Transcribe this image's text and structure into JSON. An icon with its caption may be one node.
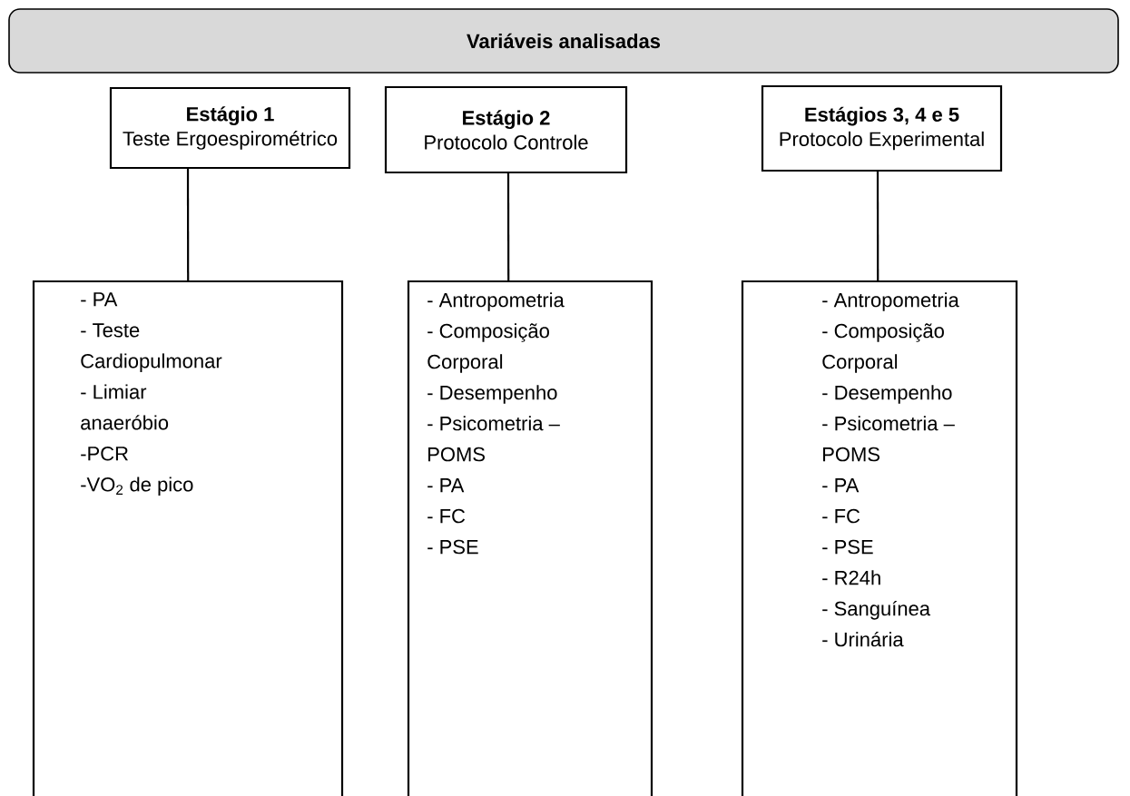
{
  "diagram": {
    "nodes": [
      {
        "text": [
          "Variáveis analisadas"
        ]
      },
      {
        "text": [
          "Estágio 1",
          "Teste Ergoespirométrico"
        ]
      },
      {
        "text": [
          "Estágio 2",
          "Protocolo Controle"
        ]
      },
      {
        "text": [
          "Estágios 3, 4 e 5",
          "Protocolo Experimental"
        ]
      },
      {
        "text": [
          "- PA",
          "- Teste Cardiopulmonar",
          "- Limiar anaeróbio",
          "-PCR",
          "-VO$_{2}$ de pico"
        ]
      },
      {
        "text": [
          "- Antropometria",
          "- Composição Corporal",
          "- Desempenho",
          "- Psicometria – POMS",
          "- PA",
          "- FC",
          "- PSE"
        ]
      },
      {
        "text": [
          "- Antropometria",
          "- Composição Corporal",
          "- Desempenho",
          "- Psicometria – POMS",
          "- PA",
          "- FC",
          "- PSE",
          "- R24h",
          "- Sanguínea",
          "- Urinária"
        ]
      }
    ],
    "edges": [
      {
        "from": 1,
        "to": 4,
        "arrow": "none"
      },
      {
        "from": 2,
        "to": 5,
        "arrow": "none"
      },
      {
        "from": 3,
        "to": 6,
        "arrow": "none"
      }
    ]
  }
}
